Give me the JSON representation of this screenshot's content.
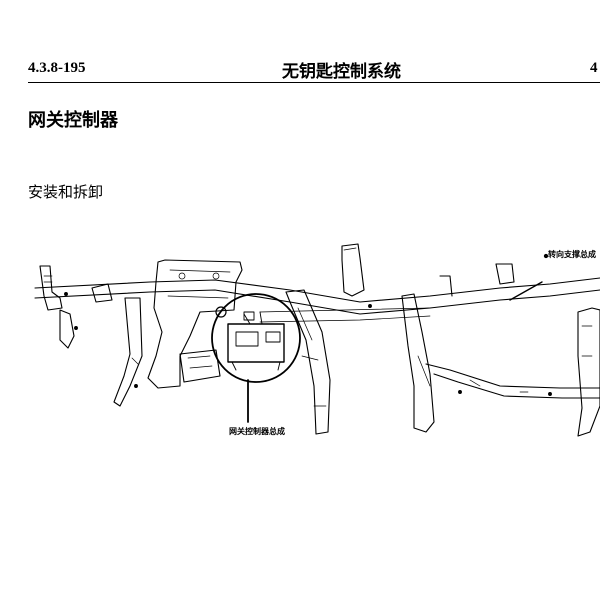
{
  "header": {
    "page_number": "4.3.8-195",
    "chapter_title": "无钥匙控制系统",
    "right_marker": "4"
  },
  "section": {
    "title": "网关控制器",
    "subtitle": "安装和拆卸"
  },
  "figure": {
    "callouts": {
      "gateway_controller": "网关控制器总成",
      "steering_support": "转向支撑总成"
    }
  }
}
